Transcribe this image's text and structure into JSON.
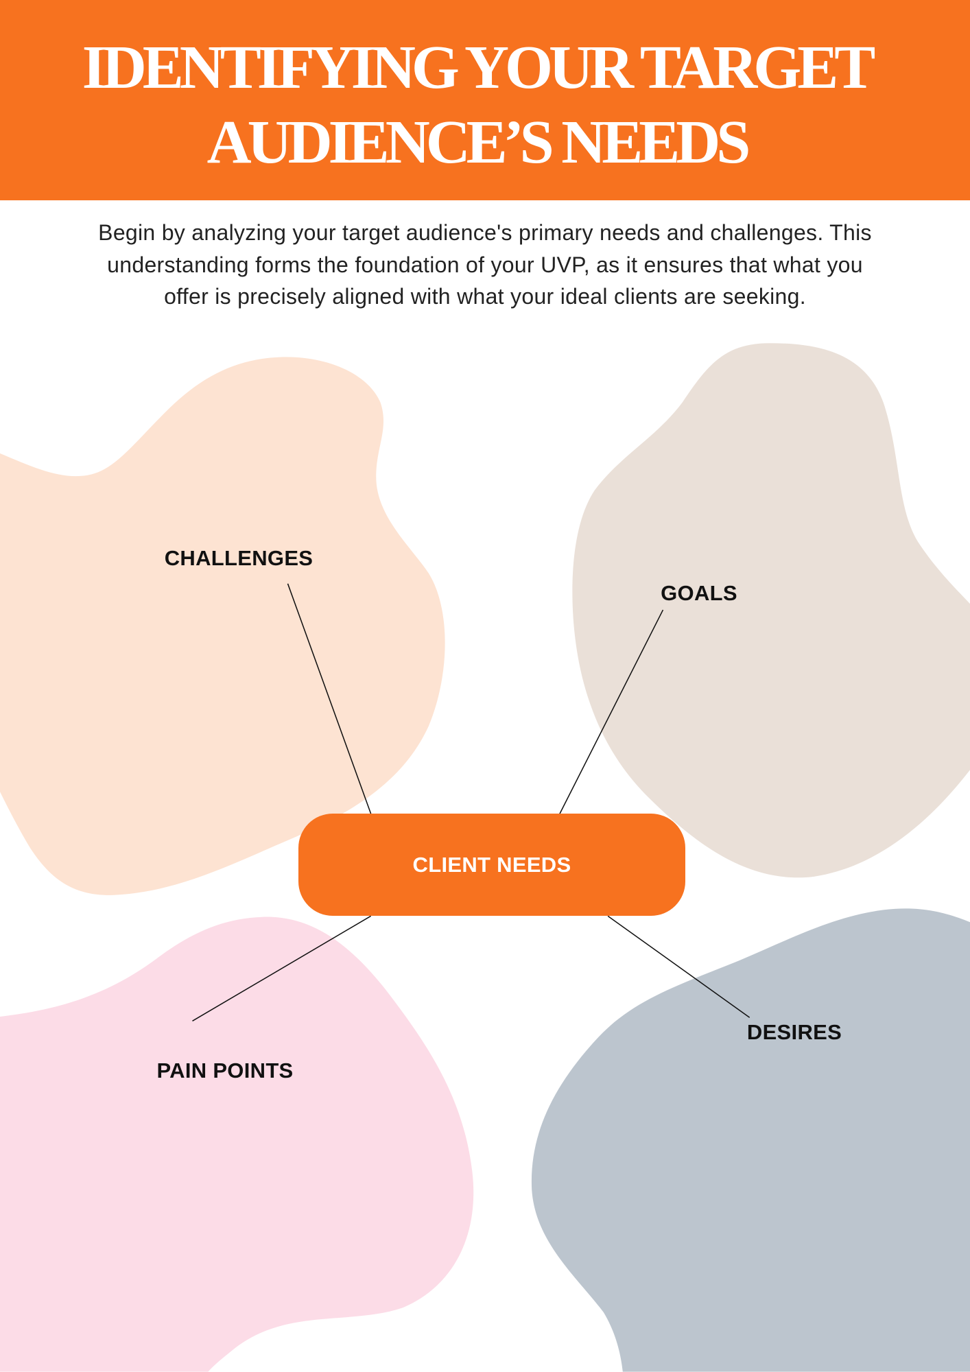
{
  "header": {
    "title_line1": "IDENTIFYING YOUR TARGET",
    "title_line2": "AUDIENCE’S NEEDS"
  },
  "intro": "Begin by analyzing your target audience's primary needs and challenges. This understanding forms the foundation of your UVP, as it ensures that what you offer is precisely aligned with what your ideal clients are seeking.",
  "diagram": {
    "center": "CLIENT NEEDS",
    "nodes": {
      "challenges": "CHALLENGES",
      "goals": "GOALS",
      "pain_points": "PAIN POINTS",
      "desires": "DESIRES"
    }
  },
  "colors": {
    "accent": "#F7721F",
    "peach": "#FDE3D2",
    "beige": "#EAE0D8",
    "pink": "#FCDCE7",
    "slate": "#BCC5CE"
  }
}
